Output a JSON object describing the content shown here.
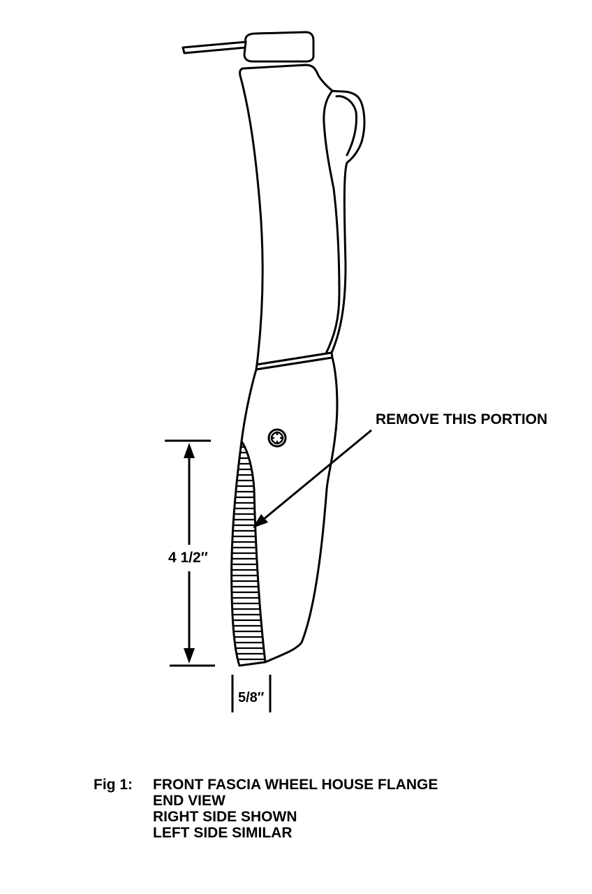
{
  "figure": {
    "callout_label": "REMOVE THIS PORTION",
    "dimension_height": "4 1/2″",
    "dimension_width": "5/8″",
    "caption": {
      "number": "Fig 1:",
      "lines": [
        "FRONT FASCIA WHEEL HOUSE FLANGE",
        "END VIEW",
        "RIGHT SIDE SHOWN",
        "LEFT SIDE SIMILAR"
      ]
    }
  },
  "colors": {
    "ink": "#000000",
    "paper": "#ffffff"
  }
}
